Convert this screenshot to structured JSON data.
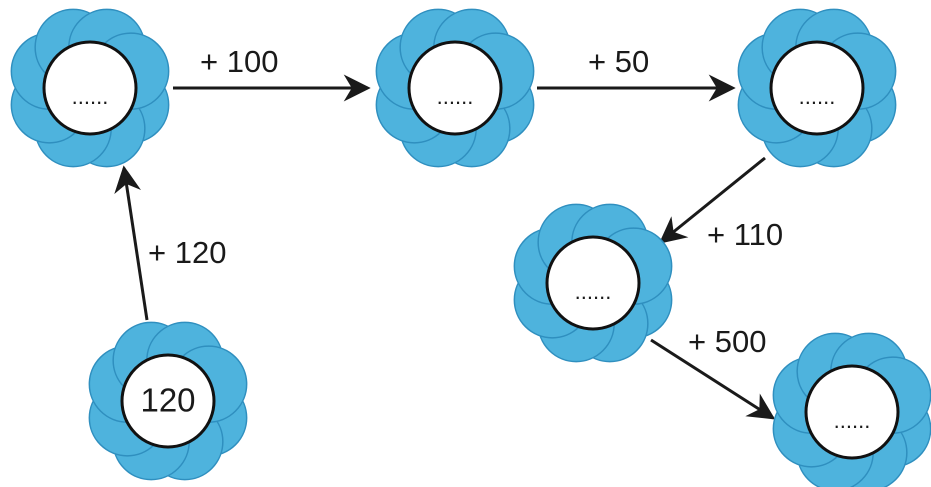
{
  "colors": {
    "petal": "#4eb3dd",
    "petal_stroke": "#2f8fbf",
    "center_fill": "#ffffff",
    "center_stroke": "#111111",
    "arrow": "#1a1a1a",
    "text": "#1a1a1a"
  },
  "icons": {
    "flower": "flower-icon",
    "arrow": "arrow-right-icon"
  },
  "flowers": [
    {
      "id": "start",
      "text": "120"
    },
    {
      "id": "f1",
      "text": "......"
    },
    {
      "id": "f2",
      "text": "......"
    },
    {
      "id": "f3",
      "text": "......"
    },
    {
      "id": "f4",
      "text": "......"
    },
    {
      "id": "f5",
      "text": "......"
    }
  ],
  "arrows": [
    {
      "from": "start",
      "to": "f1",
      "label": "+ 120"
    },
    {
      "from": "f1",
      "to": "f2",
      "label": "+ 100"
    },
    {
      "from": "f2",
      "to": "f3",
      "label": "+ 50"
    },
    {
      "from": "f3",
      "to": "f4",
      "label": "+ 110"
    },
    {
      "from": "f4",
      "to": "f5",
      "label": "+ 500"
    }
  ]
}
